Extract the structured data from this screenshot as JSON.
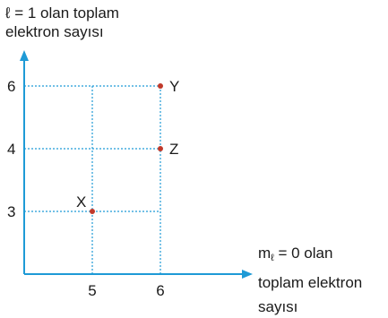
{
  "chart_data": {
    "type": "scatter",
    "ylabel_line1": "ℓ = 1 olan toplam",
    "ylabel_line2": "elektron sayısı",
    "xlabel_line1_pre": "m",
    "xlabel_line1_sub": "ℓ",
    "xlabel_line1_post": " = 0 olan",
    "xlabel_line2": "toplam elektron",
    "xlabel_line3": "sayısı",
    "x_ticks": [
      5,
      6
    ],
    "y_ticks": [
      3,
      4,
      6
    ],
    "points": [
      {
        "label": "X",
        "x": 5,
        "y": 3
      },
      {
        "label": "Z",
        "x": 6,
        "y": 4
      },
      {
        "label": "Y",
        "x": 6,
        "y": 6
      }
    ],
    "axis_color": "#1e9ad6",
    "grid_color": "#1e9ad6",
    "point_color": "#c0392b"
  }
}
